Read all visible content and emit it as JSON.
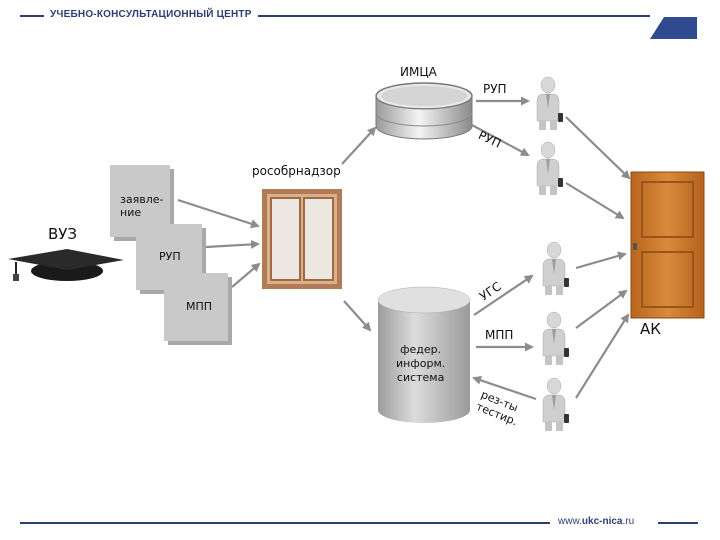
{
  "header": {
    "title": "УЧЕБНО-КОНСУЛЬТАЦИОННЫЙ ЦЕНТР"
  },
  "footer": {
    "url_prefix": "www.",
    "url_brand": "ukc-nica",
    "url_suffix": ".ru"
  },
  "nodes": {
    "vuz": "ВУЗ",
    "doc_application": "заявле-\nние",
    "doc_rup": "РУП",
    "doc_mpp": "МПП",
    "rosobrnadzor": "рособрнадзор",
    "imca": "ИМЦА",
    "database": "федер.\nинформ.\nсистема",
    "ak": "АК"
  },
  "edge_labels": {
    "rup_1": "РУП",
    "rup_2": "РУП",
    "ugs": "УГС",
    "mpp": "МПП",
    "test_results": "рез-ты\nтестир."
  },
  "colors": {
    "brand": "#2b3f73",
    "card": "#c9c9c9",
    "arrow": "#8c8c8c",
    "door": "#c8782a",
    "cylinder": "#b8b8b8"
  }
}
